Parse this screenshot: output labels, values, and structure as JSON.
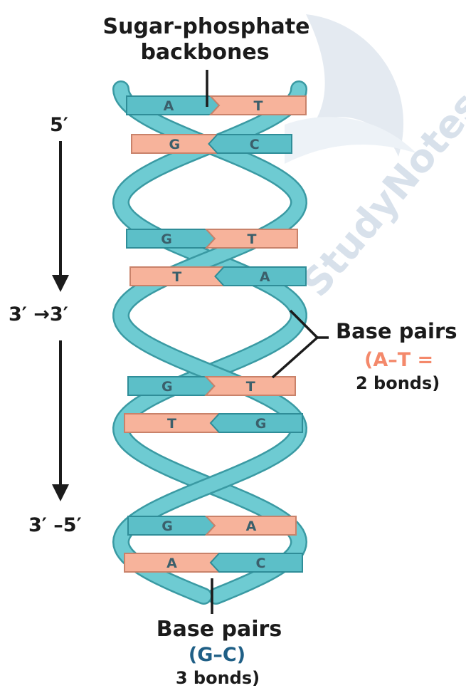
{
  "labels": {
    "title_line1": "Sugar-phosphate",
    "title_line2": "backbones",
    "five_prime": "5′",
    "three_three": "3′ →3′",
    "three_five": "3′ –5′",
    "base_pairs_right": "Base pairs",
    "at_note": "(A–T =",
    "at_bonds": "2 bonds)",
    "base_pairs_bottom": "Base pairs",
    "gc_note": "(G–C)",
    "gc_bonds": "3 bonds)",
    "watermark": "StudyNotes"
  },
  "base_pairs": [
    {
      "left": "A",
      "right": "T",
      "left_color": "teal",
      "right_color": "salmon"
    },
    {
      "left": "G",
      "right": "C",
      "left_color": "salmon",
      "right_color": "teal"
    },
    {
      "left": "G",
      "right": "T",
      "left_color": "teal",
      "right_color": "salmon"
    },
    {
      "left": "T",
      "right": "A",
      "left_color": "salmon",
      "right_color": "teal"
    },
    {
      "left": "G",
      "right": "T",
      "left_color": "teal",
      "right_color": "salmon"
    },
    {
      "left": "T",
      "right": "G",
      "left_color": "salmon",
      "right_color": "teal"
    },
    {
      "left": "G",
      "right": "A",
      "left_color": "teal",
      "right_color": "salmon"
    },
    {
      "left": "A",
      "right": "C",
      "left_color": "salmon",
      "right_color": "teal"
    }
  ],
  "colors": {
    "teal": "#5cbfc8",
    "teal_dark": "#2f8d98",
    "salmon": "#f7b39b",
    "salmon_dark": "#c9826a",
    "backbone": "#6ecbd2",
    "backbone_edge": "#3a9aa3",
    "letter": "#3b5f6b",
    "arrow": "#1b1b1b",
    "watermark": "#b9c9dc"
  }
}
